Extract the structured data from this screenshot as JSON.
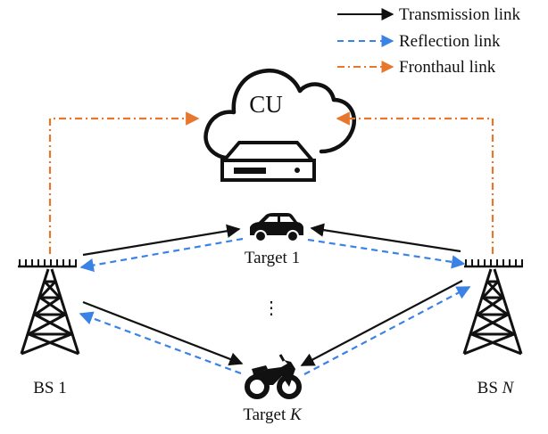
{
  "legend": {
    "transmission": "Transmission link",
    "reflection": "Reflection link",
    "fronthaul": "Fronthaul link"
  },
  "cu": {
    "label": "CU"
  },
  "bs_left": {
    "label": "BS 1"
  },
  "bs_right": {
    "label_prefix": "BS ",
    "label_var": "N"
  },
  "target_top": {
    "label": "Target 1"
  },
  "target_bottom": {
    "label_prefix": "Target ",
    "label_var": "K"
  },
  "ellipsis": "⋮",
  "colors": {
    "transmission": "#111111",
    "reflection": "#3b82e6",
    "fronthaul": "#e8772e",
    "ink": "#111111"
  }
}
